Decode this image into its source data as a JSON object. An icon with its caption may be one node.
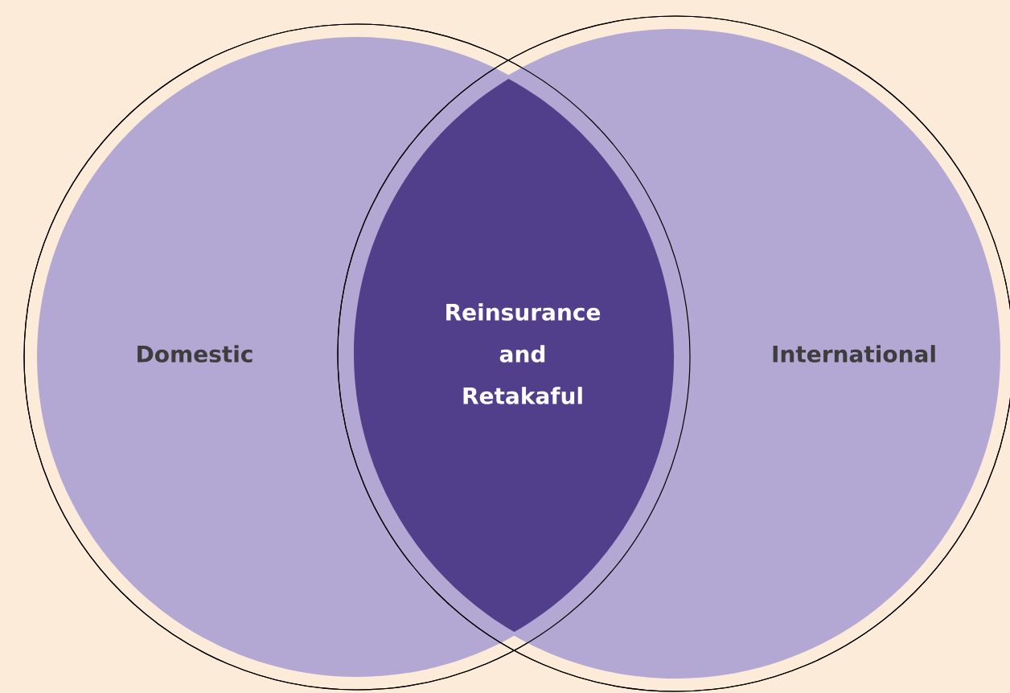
{
  "diagram": {
    "nodes": [
      {
        "text": [
          "Domestic"
        ]
      },
      {
        "text": [
          "International"
        ]
      },
      {
        "text": [
          "Reinsurance and Retakaful"
        ]
      }
    ]
  }
}
